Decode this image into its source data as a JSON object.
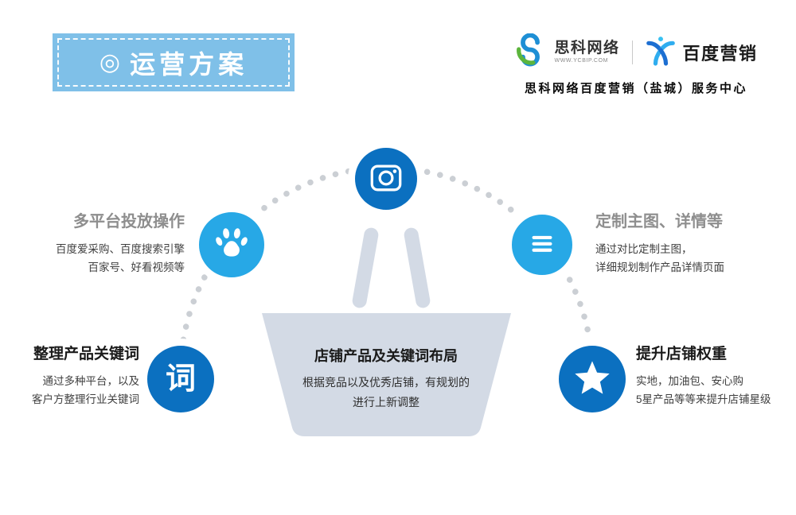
{
  "banner": {
    "icon": "◎",
    "title": "运营方案"
  },
  "brand": {
    "sike_name": "思科网络",
    "sike_url": "WWW.YCBIP.COM",
    "baidu_name": "百度营销",
    "subtitle": "思科网络百度营销（盐城）服务中心"
  },
  "diagram": {
    "word_node_label": "词",
    "left": {
      "title": "多平台投放操作",
      "line1": "百度爱采购、百度搜索引擎",
      "line2": "百家号、好看视频等"
    },
    "right": {
      "title": "定制主图、详情等",
      "line1": "通过对比定制主图，",
      "line2": "详细规划制作产品详情页面"
    },
    "bottom_left": {
      "title": "整理产品关键词",
      "line1": "通过多种平台，以及",
      "line2": "客户方整理行业关键词"
    },
    "bottom_right": {
      "title": "提升店铺权重",
      "line1": "实地，加油包、安心购",
      "line2": "5星产品等等来提升店铺星级"
    },
    "center": {
      "title": "店铺产品及关键词布局",
      "line1": "根据竞品以及优秀店铺，有规划的",
      "line2": "进行上新调整"
    }
  },
  "icons": {
    "banner_bullet": "bullseye-icon",
    "top_node": "camera-icon",
    "left_node": "baidu-paw-icon",
    "right_node": "menu-lines-icon",
    "bottom_left_node": "word-character-label",
    "bottom_right_node": "star-icon",
    "center_illustration": "shopping-basket"
  },
  "colors": {
    "banner-blue": "#7FC0E8",
    "node-dark-blue": "#0B70C0",
    "node-light-blue": "#27A8E6",
    "basket-gray": "#D3DAE5",
    "dot-gray": "#CBCFD4",
    "title-gray": "#8E8E8E",
    "title-dark": "#1A1A1A",
    "text-body": "#404040",
    "brand-blue": "#1E8FD5",
    "brand-green": "#5CB53C"
  }
}
